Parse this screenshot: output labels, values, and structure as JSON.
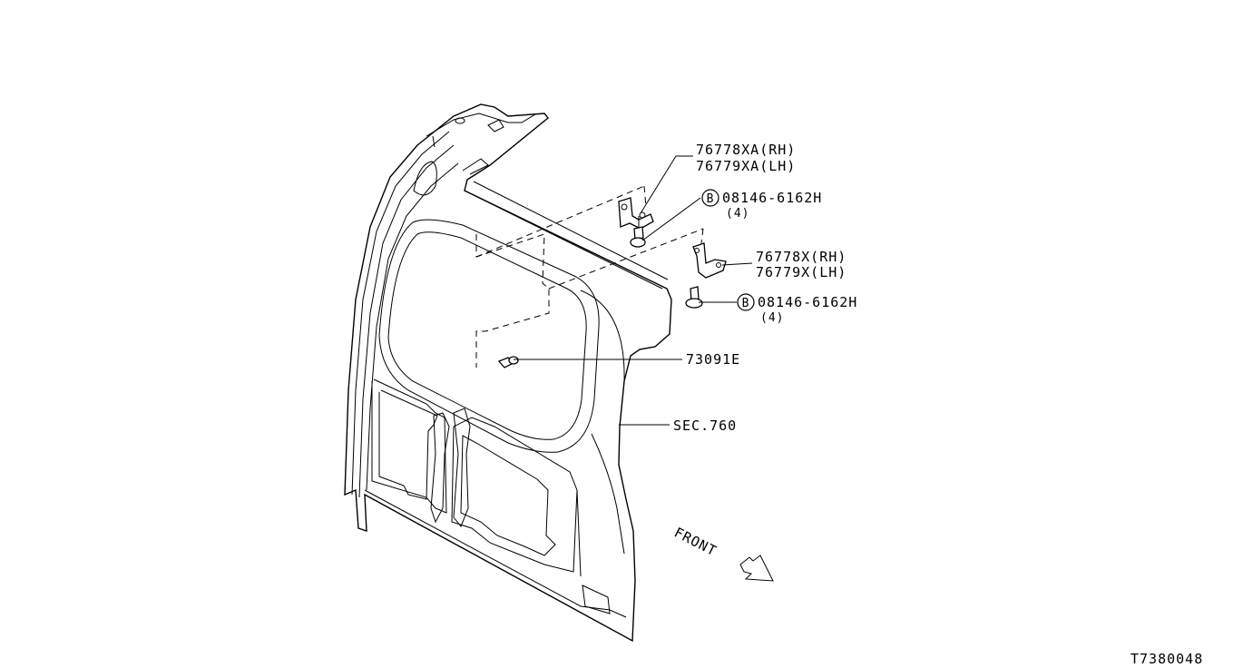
{
  "callouts": {
    "hinge_upper_rh": "76778XA(RH)",
    "hinge_upper_lh": "76779XA(LH)",
    "bolt_upper_code": "08146-6162H",
    "bolt_upper_qty": "(4)",
    "hinge_lower_rh": "76778X(RH)",
    "hinge_lower_lh": "76779X(LH)",
    "bolt_lower_code": "08146-6162H",
    "bolt_lower_qty": "(4)",
    "clip": "73091E",
    "section_ref": "SEC.760",
    "bolt_symbol": "B"
  },
  "direction_label": "FRONT",
  "diagram_id": "T7380048"
}
